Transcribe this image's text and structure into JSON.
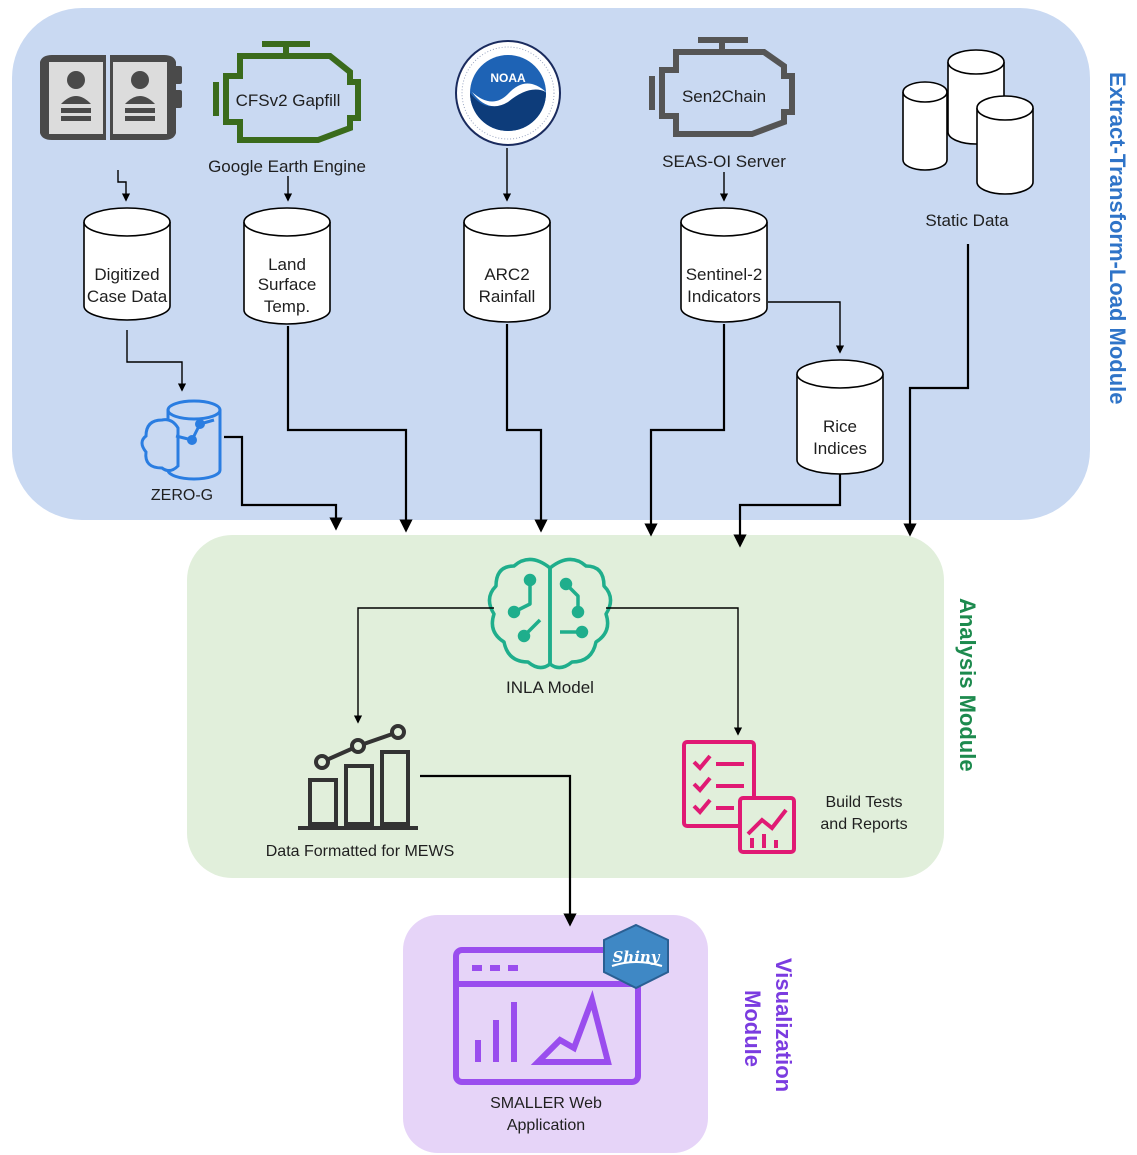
{
  "modules": {
    "etl": {
      "label": "Extract-Transform-Load Module",
      "color": "#2f74c8",
      "bg": "#c9d9f2"
    },
    "analysis": {
      "label": "Analysis Module",
      "color": "#1d8a4e",
      "bg": "#e1efdb"
    },
    "visualization": {
      "label_line1": "Visualization",
      "label_line2": "Module",
      "color": "#7b3ce0",
      "bg": "#e6d4f8"
    }
  },
  "sources": {
    "cfsv2_engine": "CFSv2 Gapfill",
    "google_earth_engine": "Google Earth Engine",
    "noaa": "NOAA",
    "sen2chain_engine": "Sen2Chain",
    "seas_oi_server": "SEAS-OI Server",
    "static_data": "Static Data"
  },
  "datastores": {
    "digitized": [
      "Digitized",
      "Case Data"
    ],
    "lst": [
      "Land",
      "Surface",
      "Temp."
    ],
    "arc2": [
      "ARC2",
      "Rainfall"
    ],
    "sentinel2": [
      "Sentinel-2",
      "Indicators"
    ],
    "rice": [
      "Rice",
      "Indices"
    ]
  },
  "nodes": {
    "zero_g": "ZERO-G",
    "inla": "INLA Model",
    "data_formatted": "Data Formatted for MEWS",
    "build_tests": [
      "Build Tests",
      "and Reports"
    ],
    "shiny_badge": "Shiny",
    "smaller_web": [
      "SMALLER Web",
      "Application"
    ]
  }
}
